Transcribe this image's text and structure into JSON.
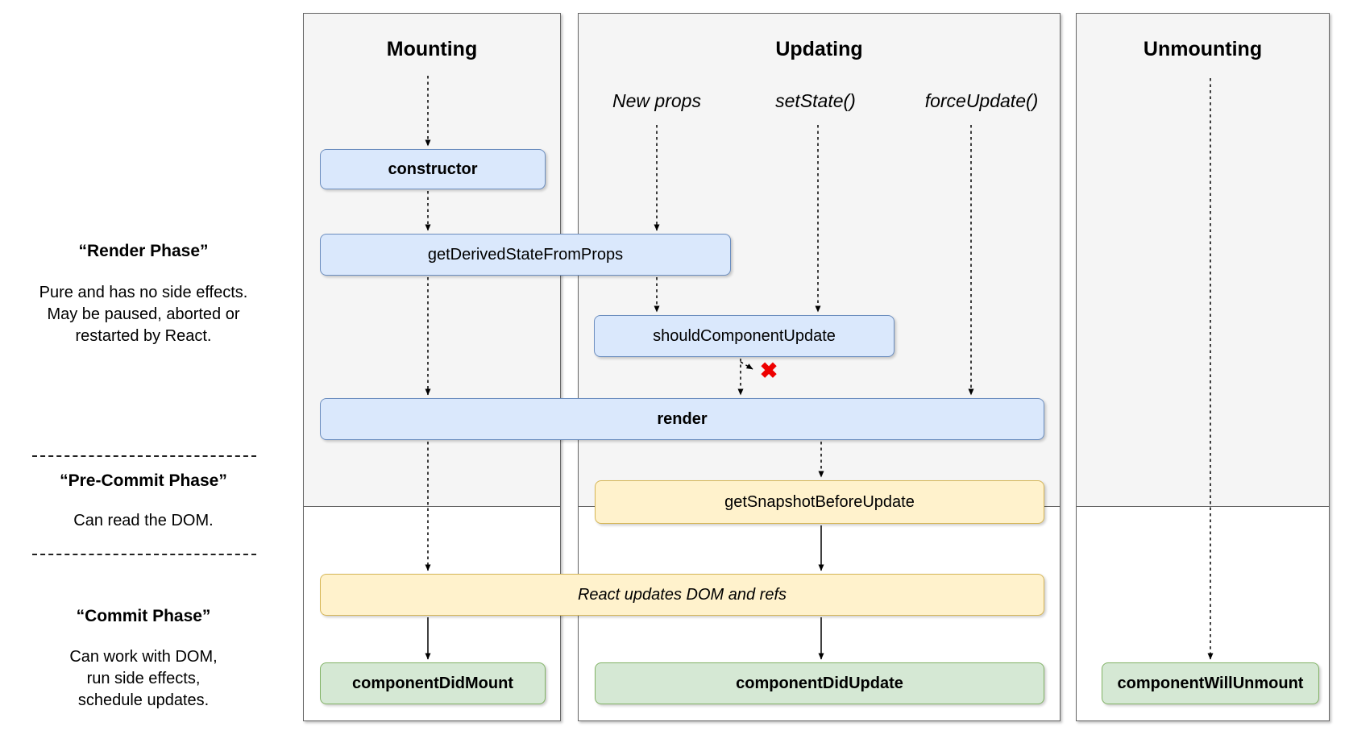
{
  "sidebar": {
    "phases": [
      {
        "title": "“Render Phase”",
        "description": "Pure and has no side effects.\nMay be paused, aborted or\nrestarted by React."
      },
      {
        "title": "“Pre-Commit Phase”",
        "description": "Can read the DOM."
      },
      {
        "title": "“Commit Phase”",
        "description": "Can work with DOM,\nrun side effects,\nschedule updates."
      }
    ]
  },
  "columns": [
    {
      "title": "Mounting"
    },
    {
      "title": "Updating"
    },
    {
      "title": "Unmounting"
    }
  ],
  "triggers": [
    {
      "label": "New props"
    },
    {
      "label": "setState()"
    },
    {
      "label": "forceUpdate()"
    }
  ],
  "nodes": {
    "constructor": "constructor",
    "get_derived_state_from_props": "getDerivedStateFromProps",
    "should_component_update": "shouldComponentUpdate",
    "render": "render",
    "get_snapshot_before_update": "getSnapshotBeforeUpdate",
    "react_updates_dom": "React updates DOM and refs",
    "component_did_mount": "componentDidMount",
    "component_did_update": "componentDidUpdate",
    "component_will_unmount": "componentWillUnmount"
  },
  "markers": {
    "no_update": "✖"
  },
  "colors": {
    "lifecycle_method_fill": "#dae8fc",
    "lifecycle_method_border": "#6c8ebf",
    "side_effect_fill": "#fff2cc",
    "side_effect_border": "#d6b656",
    "commit_method_fill": "#d5e8d4",
    "commit_method_border": "#82b366",
    "phase_background": "#f5f5f5",
    "no_update_marker": "#ee0000"
  }
}
